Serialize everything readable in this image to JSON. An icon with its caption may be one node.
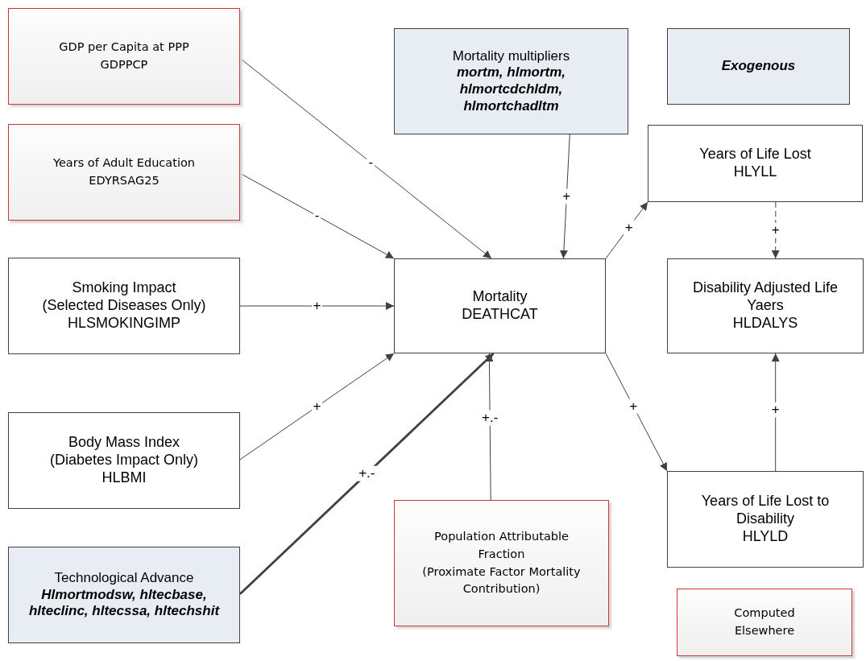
{
  "diagram": {
    "nodes": [
      {
        "text": [
          "GDP per Capita at PPP",
          "GDPPCP"
        ]
      },
      {
        "text": [
          "Years of Adult Education",
          "EDYRSAG25"
        ]
      },
      {
        "text": [
          "Smoking Impact",
          "(Selected Diseases Only)",
          "HLSMOKINGIMP"
        ]
      },
      {
        "text": [
          "Mortality multipliers",
          "mortm, hlmortm, hlmortcdchldm, hlmortchadltm"
        ]
      },
      {
        "text": [
          "Exogenous"
        ]
      },
      {
        "text": [
          "Mortality",
          "DEATHCAT"
        ]
      },
      {
        "text": [
          "Years of Life Lost",
          "HLYLL"
        ]
      },
      {
        "text": [
          "Disability Adjusted Life Yaers",
          "HLDALYS"
        ]
      },
      {
        "text": [
          "Body Mass Index",
          "(Diabetes Impact Only)",
          "HLBMI"
        ]
      },
      {
        "text": [
          "Technological Advance",
          "Hlmortmodsw, hltecbase, hlteclinc, hltecssa, hltechshit"
        ]
      },
      {
        "text": [
          "Population Attributable Fraction",
          "(Proximate Factor Mortality Contribution)"
        ]
      },
      {
        "text": [
          "Years of Life Lost to Disability",
          "HLYLD"
        ]
      },
      {
        "text": [
          "Computed Elsewhere"
        ]
      }
    ],
    "edges": [
      {
        "from": 0,
        "to": 5,
        "arrow": "to",
        "label": "-"
      },
      {
        "from": 1,
        "to": 5,
        "arrow": "to",
        "label": "-"
      },
      {
        "from": 2,
        "to": 5,
        "arrow": "to",
        "label": "+"
      },
      {
        "from": 8,
        "to": 5,
        "arrow": "to",
        "label": "+"
      },
      {
        "from": 9,
        "to": 5,
        "arrow": "to",
        "label": "+.-",
        "style": "thick"
      },
      {
        "from": 10,
        "to": 5,
        "arrow": "to",
        "label": "+.-"
      },
      {
        "from": 3,
        "to": 5,
        "arrow": "to",
        "label": "+"
      },
      {
        "from": 5,
        "to": 6,
        "arrow": "to",
        "label": "+"
      },
      {
        "from": 5,
        "to": 11,
        "arrow": "to",
        "label": "+"
      },
      {
        "from": 6,
        "to": 7,
        "arrow": "to",
        "label": "+",
        "style": "dashed"
      },
      {
        "from": 11,
        "to": 7,
        "arrow": "to",
        "label": "+"
      }
    ]
  }
}
